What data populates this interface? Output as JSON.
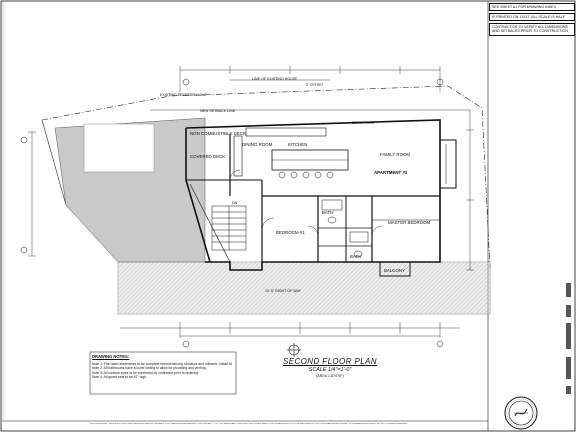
{
  "title_block": {
    "line1": "SEE SHEET A1 FOR DRAWING INDEX",
    "line2": "IF PRINTED ON 11X17, ALL SCALE IS HALF",
    "line3": "CONTRACTOR TO VERIFY ALL DIMENSIONS AND SETBACKS PRIOR TO CONSTRUCTION"
  },
  "site": {
    "existing_property_line": "EXISTING PROPERTY LINE",
    "line_existing_house": "LINE OF EXISTING HOUSE",
    "new_setback": "NEW SETBACK LINE",
    "offset": "3' OFFSET",
    "row": "10'-0\" RIGHT OF WAY"
  },
  "rooms": {
    "combustible_deck": "NON COMBUSTIBLE DECK",
    "covered_deck": "COVERED DECK",
    "dining_room": "DINING ROOM",
    "kitchen": "KITCHEN",
    "family_room": "FAMILY ROOM",
    "apartment": "APARTMENT #2",
    "bedroom": "BEDROOM #1",
    "bath1": "BATH",
    "bath2": "BATH",
    "master_bedroom": "MASTER BEDROOM",
    "balcony": "BALCONY",
    "bench_seat": "BENCH SEAT",
    "dn": "DN"
  },
  "drawing_notes": {
    "title": "DRAWING NOTES:",
    "items": [
      "Note 1: Fire rated assemblies to be complete behind balcony structure and millwork. Install 5/8\" X type gypsum board on ceiling.",
      "Note 2: All bathrooms have a lower ceiling to allow for plumbing and venting.",
      "Note 3: All window sizes to be confirmed by contractor prior to ordering.",
      "Note 4: All guard rails to be 42\" high."
    ]
  },
  "plan_title": {
    "main": "SECOND FLOOR PLAN",
    "scale": "SCALE 1/4\"=1'-0\"",
    "area": "(AREA 1,874 SF)"
  },
  "footer": {
    "text": "ALL DRAWINGS, SPECIFICATIONS AND DESIGNS ARE INSTRUMENTS OF SERVICE AND REMAIN THE PROPERTY OF THE DESIGNER. CONTRACTOR SHALL VERIFY ALL DIMENSIONS ON SITE AND REPORT ANY DISCREPANCIES PRIOR TO COMMENCING WORK. DO NOT SCALE DRAWINGS."
  }
}
